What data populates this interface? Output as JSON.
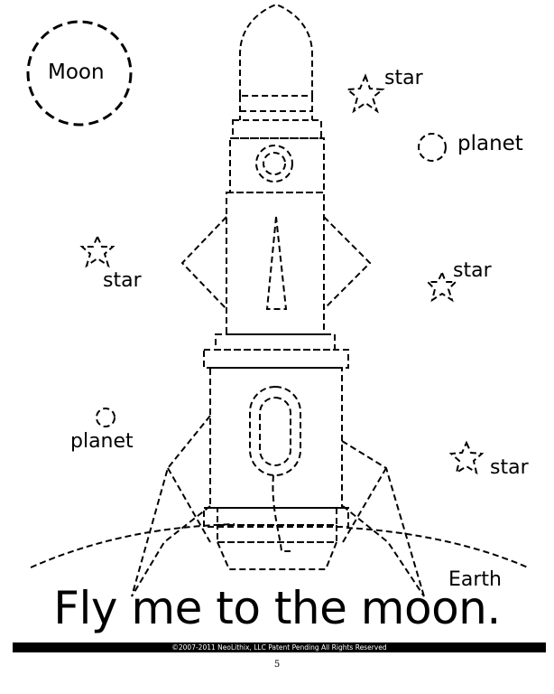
{
  "labels": {
    "moon": "Moon",
    "star_top": "star",
    "planet_right": "planet",
    "star_left": "star",
    "star_right_mid": "star",
    "planet_left": "planet",
    "star_right_low": "star",
    "earth": "Earth"
  },
  "title": "Fly me to the moon.",
  "footer": {
    "copyright": "©2007-2011  NeoLithix, LLC  Patent Pending  All Rights Reserved",
    "page_number": "5"
  }
}
